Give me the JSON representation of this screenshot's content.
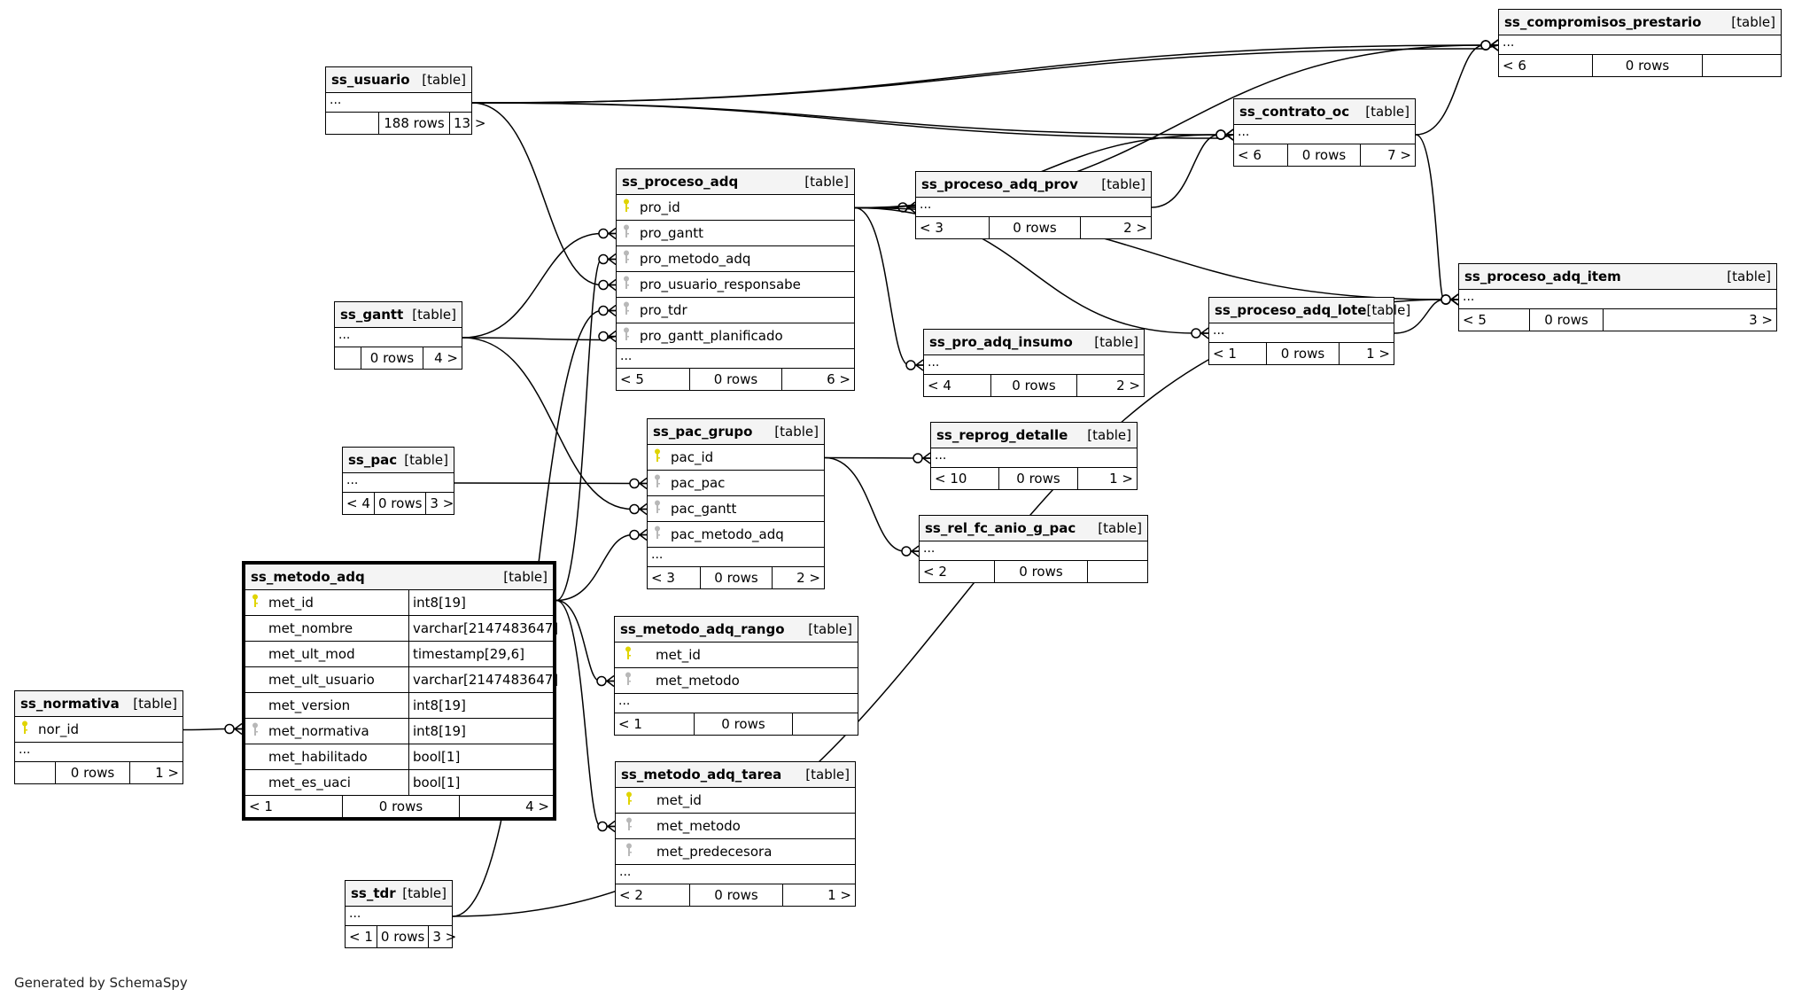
{
  "footer_text": "Generated by SchemaSpy",
  "colors": {
    "pk_key": "#e0d400",
    "fk_key": "#b8b8b8",
    "header_bg": "#f4f4f4",
    "line": "#000000"
  },
  "tables": {
    "ss_usuario": {
      "name": "ss_usuario",
      "tag": "[table]",
      "columns": [],
      "ellipsis": "...",
      "parents": "",
      "rows": "188 rows",
      "children": "13 >"
    },
    "ss_gantt": {
      "name": "ss_gantt",
      "tag": "[table]",
      "columns": [],
      "ellipsis": "...",
      "parents": "",
      "rows": "0 rows",
      "children": "4 >"
    },
    "ss_pac": {
      "name": "ss_pac",
      "tag": "[table]",
      "columns": [],
      "ellipsis": "...",
      "parents": "< 4",
      "rows": "0 rows",
      "children": "3 >"
    },
    "ss_normativa": {
      "name": "ss_normativa",
      "tag": "[table]",
      "columns": [
        {
          "name": "nor_id",
          "key": "pk-key-icon"
        }
      ],
      "ellipsis": "...",
      "parents": "",
      "rows": "0 rows",
      "children": "1 >"
    },
    "ss_metodo_adq": {
      "name": "ss_metodo_adq",
      "tag": "[table]",
      "columns": [
        {
          "name": "met_id",
          "type": "int8[19]",
          "key": "pk-key-icon"
        },
        {
          "name": "met_nombre",
          "type": "varchar[2147483647]",
          "key": ""
        },
        {
          "name": "met_ult_mod",
          "type": "timestamp[29,6]",
          "key": ""
        },
        {
          "name": "met_ult_usuario",
          "type": "varchar[2147483647]",
          "key": ""
        },
        {
          "name": "met_version",
          "type": "int8[19]",
          "key": ""
        },
        {
          "name": "met_normativa",
          "type": "int8[19]",
          "key": "fk-key-icon"
        },
        {
          "name": "met_habilitado",
          "type": "bool[1]",
          "key": ""
        },
        {
          "name": "met_es_uaci",
          "type": "bool[1]",
          "key": ""
        }
      ],
      "ellipsis": null,
      "parents": "< 1",
      "rows": "0 rows",
      "children": "4 >"
    },
    "ss_tdr": {
      "name": "ss_tdr",
      "tag": "[table]",
      "columns": [],
      "ellipsis": "...",
      "parents": "< 1",
      "rows": "0 rows",
      "children": "3 >"
    },
    "ss_proceso_adq": {
      "name": "ss_proceso_adq",
      "tag": "[table]",
      "columns": [
        {
          "name": "pro_id",
          "key": "pk-key-icon"
        },
        {
          "name": "pro_gantt",
          "key": "fk-key-icon"
        },
        {
          "name": "pro_metodo_adq",
          "key": "fk-key-icon"
        },
        {
          "name": "pro_usuario_responsabe",
          "key": "fk-key-icon"
        },
        {
          "name": "pro_tdr",
          "key": "fk-key-icon"
        },
        {
          "name": "pro_gantt_planificado",
          "key": "fk-key-icon"
        }
      ],
      "ellipsis": "...",
      "parents": "< 5",
      "rows": "0 rows",
      "children": "6 >"
    },
    "ss_pac_grupo": {
      "name": "ss_pac_grupo",
      "tag": "[table]",
      "columns": [
        {
          "name": "pac_id",
          "key": "pk-key-icon"
        },
        {
          "name": "pac_pac",
          "key": "fk-key-icon"
        },
        {
          "name": "pac_gantt",
          "key": "fk-key-icon"
        },
        {
          "name": "pac_metodo_adq",
          "key": "fk-key-icon"
        }
      ],
      "ellipsis": "...",
      "parents": "< 3",
      "rows": "0 rows",
      "children": "2 >"
    },
    "ss_metodo_adq_rango": {
      "name": "ss_metodo_adq_rango",
      "tag": "[table]",
      "columns": [
        {
          "name": "met_id",
          "key": "pk-key-icon"
        },
        {
          "name": "met_metodo",
          "key": "fk-key-icon"
        }
      ],
      "ellipsis": "...",
      "parents": "< 1",
      "rows": "0 rows",
      "children": ""
    },
    "ss_metodo_adq_tarea": {
      "name": "ss_metodo_adq_tarea",
      "tag": "[table]",
      "columns": [
        {
          "name": "met_id",
          "key": "pk-key-icon"
        },
        {
          "name": "met_metodo",
          "key": "fk-key-icon"
        },
        {
          "name": "met_predecesora",
          "key": "fk-key-icon"
        }
      ],
      "ellipsis": "...",
      "parents": "< 2",
      "rows": "0 rows",
      "children": "1 >"
    },
    "ss_proceso_adq_prov": {
      "name": "ss_proceso_adq_prov",
      "tag": "[table]",
      "columns": [],
      "ellipsis": "...",
      "parents": "< 3",
      "rows": "0 rows",
      "children": "2 >"
    },
    "ss_pro_adq_insumo": {
      "name": "ss_pro_adq_insumo",
      "tag": "[table]",
      "columns": [],
      "ellipsis": "...",
      "parents": "< 4",
      "rows": "0 rows",
      "children": "2 >"
    },
    "ss_reprog_detalle": {
      "name": "ss_reprog_detalle",
      "tag": "[table]",
      "columns": [],
      "ellipsis": "...",
      "parents": "< 10",
      "rows": "0 rows",
      "children": "1 >"
    },
    "ss_rel_fc_anio_g_pac": {
      "name": "ss_rel_fc_anio_g_pac",
      "tag": "[table]",
      "columns": [],
      "ellipsis": "...",
      "parents": "< 2",
      "rows": "0 rows",
      "children": ""
    },
    "ss_contrato_oc": {
      "name": "ss_contrato_oc",
      "tag": "[table]",
      "columns": [],
      "ellipsis": "...",
      "parents": "< 6",
      "rows": "0 rows",
      "children": "7 >"
    },
    "ss_compromisos_prestario": {
      "name": "ss_compromisos_prestario",
      "tag": "[table]",
      "columns": [],
      "ellipsis": "...",
      "parents": "< 6",
      "rows": "0 rows",
      "children": ""
    },
    "ss_proceso_adq_lote": {
      "name": "ss_proceso_adq_lote",
      "tag": "[table]",
      "columns": [],
      "ellipsis": "...",
      "parents": "< 1",
      "rows": "0 rows",
      "children": "1 >"
    },
    "ss_proceso_adq_item": {
      "name": "ss_proceso_adq_item",
      "tag": "[table]",
      "columns": [],
      "ellipsis": "...",
      "parents": "< 5",
      "rows": "0 rows",
      "children": "3 >"
    }
  },
  "relationships": [
    {
      "from": "ss_usuario",
      "to": "ss_compromisos_prestario"
    },
    {
      "from": "ss_usuario",
      "to": "ss_compromisos_prestario"
    },
    {
      "from": "ss_usuario",
      "to": "ss_contrato_oc"
    },
    {
      "from": "ss_usuario",
      "to": "ss_contrato_oc"
    },
    {
      "from": "ss_usuario",
      "to": "ss_proceso_adq",
      "column": "pro_usuario_responsabe"
    },
    {
      "from": "ss_gantt",
      "to": "ss_proceso_adq",
      "column": "pro_gantt"
    },
    {
      "from": "ss_gantt",
      "to": "ss_proceso_adq",
      "column": "pro_gantt_planificado"
    },
    {
      "from": "ss_gantt",
      "to": "ss_pac_grupo",
      "column": "pac_gantt"
    },
    {
      "from": "ss_pac",
      "to": "ss_pac_grupo",
      "column": "pac_pac"
    },
    {
      "from": "ss_normativa",
      "to": "ss_metodo_adq",
      "column": "met_normativa"
    },
    {
      "from": "ss_metodo_adq",
      "to": "ss_proceso_adq",
      "column": "pro_metodo_adq"
    },
    {
      "from": "ss_metodo_adq",
      "to": "ss_pac_grupo",
      "column": "pac_metodo_adq"
    },
    {
      "from": "ss_metodo_adq",
      "to": "ss_metodo_adq_rango",
      "column": "met_metodo"
    },
    {
      "from": "ss_metodo_adq",
      "to": "ss_metodo_adq_tarea",
      "column": "met_metodo"
    },
    {
      "from": "ss_tdr",
      "to": "ss_proceso_adq",
      "column": "pro_tdr"
    },
    {
      "from": "ss_tdr",
      "to": "ss_proceso_adq_item"
    },
    {
      "from": "ss_proceso_adq",
      "to": "ss_proceso_adq_prov"
    },
    {
      "from": "ss_proceso_adq",
      "to": "ss_pro_adq_insumo"
    },
    {
      "from": "ss_proceso_adq",
      "to": "ss_proceso_adq_lote"
    },
    {
      "from": "ss_proceso_adq",
      "to": "ss_proceso_adq_item"
    },
    {
      "from": "ss_proceso_adq",
      "to": "ss_contrato_oc"
    },
    {
      "from": "ss_proceso_adq",
      "to": "ss_compromisos_prestario"
    },
    {
      "from": "ss_pac_grupo",
      "to": "ss_reprog_detalle"
    },
    {
      "from": "ss_pac_grupo",
      "to": "ss_rel_fc_anio_g_pac"
    },
    {
      "from": "ss_proceso_adq_prov",
      "to": "ss_contrato_oc"
    },
    {
      "from": "ss_contrato_oc",
      "to": "ss_compromisos_prestario"
    },
    {
      "from": "ss_contrato_oc",
      "to": "ss_proceso_adq_item"
    },
    {
      "from": "ss_proceso_adq_lote",
      "to": "ss_proceso_adq_item"
    }
  ]
}
